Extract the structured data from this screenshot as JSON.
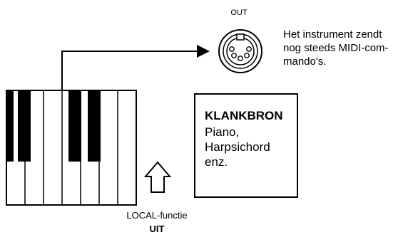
{
  "out_connector": {
    "label": "OUT",
    "note_lines": [
      "Het instrument zendt",
      "nog steeds MIDI-com-",
      "mando's."
    ]
  },
  "sound_source": {
    "title": "KLANKBRON",
    "lines": [
      "Piano,",
      "Harpsichord",
      "enz."
    ]
  },
  "local_function": {
    "label": "LOCAL-functie",
    "state": "UIT"
  },
  "keyboard": {
    "white_keys": 7,
    "black_keys": 4
  },
  "colors": {
    "line": "#000000",
    "background": "#ffffff"
  },
  "icons": [
    "midi-din-connector-icon",
    "up-arrow-icon",
    "keyboard-icon"
  ]
}
